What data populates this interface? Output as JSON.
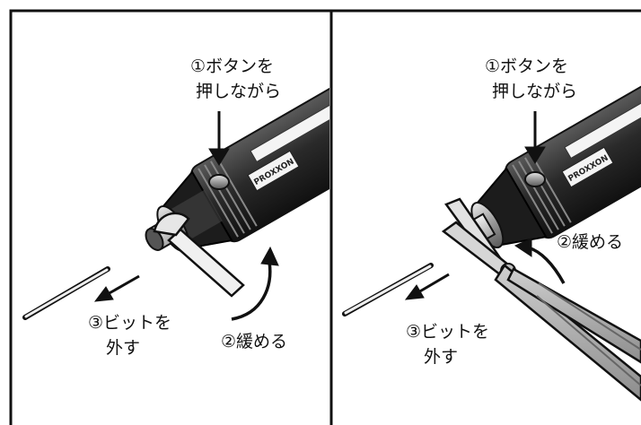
{
  "panels": [
    {
      "id": "left",
      "step1_line1": "①ボタンを",
      "step1_line2": "押しながら",
      "step2": "②緩める",
      "step3_line1": "③ビットを",
      "step3_line2": "外す",
      "tool_brand": "PROXXON",
      "loosening_tool": "wrench"
    },
    {
      "id": "right",
      "step1_line1": "①ボタンを",
      "step1_line2": "押しながら",
      "step2": "②緩める",
      "step3_line1": "③ビットを",
      "step3_line2": "外す",
      "tool_brand": "PROXXON",
      "loosening_tool": "pliers"
    }
  ]
}
